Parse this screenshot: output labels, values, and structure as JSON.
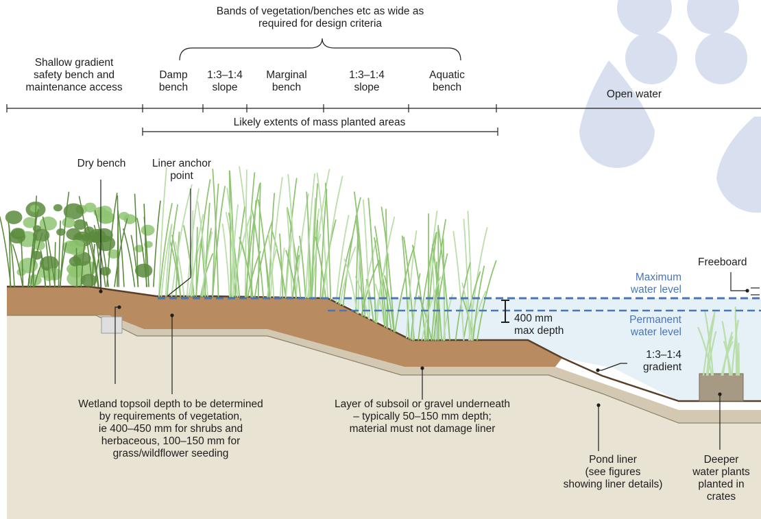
{
  "colors": {
    "drop": "#d8dfee",
    "soil": "#b88b60",
    "soil_edge": "#5a3f28",
    "subsoil": "#d3c8b1",
    "ground": "#e9e3d4",
    "water": "#e5f1f7",
    "water_line": "#4a76b5",
    "veg_dark": "#5a8a3c",
    "veg_light": "#8fc472",
    "veg_pale": "#b9dea9"
  },
  "header": {
    "bands_note": "Bands of vegetation/benches etc as wide as\nrequired for design criteria",
    "shallow": "Shallow gradient\nsafety bench and\nmaintenance access",
    "damp": "Damp\nbench",
    "slope1": "1:3–1:4\nslope",
    "marginal": "Marginal\nbench",
    "slope2": "1:3–1:4\nslope",
    "aquatic": "Aquatic\nbench",
    "open_water": "Open water",
    "mass_planted": "Likely extents of mass planted areas"
  },
  "callouts": {
    "dry_bench": "Dry bench",
    "liner_anchor": "Liner anchor\npoint",
    "freeboard": "Freeboard",
    "max_level": "Maximum\nwater level",
    "perm_level": "Permanent\nwater level",
    "max_depth": "400 mm\nmax depth",
    "gradient": "1:3–1:4\ngradient",
    "topsoil": "Wetland topsoil depth to be determined\nby requirements of vegetation,\nie 400–450 mm for shrubs and\nherbaceous, 100–150 mm for\ngrass/wildflower seeding",
    "subsoil": "Layer of subsoil or gravel underneath\n– typically 50–150 mm depth;\nmaterial must not damage liner",
    "pond_liner": "Pond liner\n(see figures\nshowing liner details)",
    "deeper_plants": "Deeper\nwater plants\nplanted in\ncrates"
  }
}
